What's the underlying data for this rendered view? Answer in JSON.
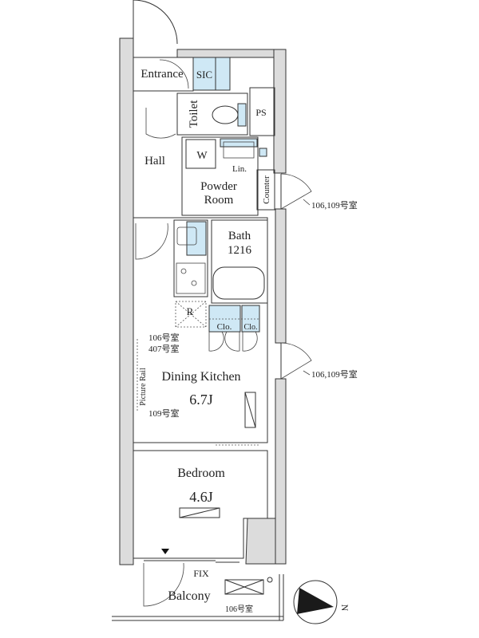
{
  "rooms": {
    "entrance": "Entrance",
    "sic": "SIC",
    "toilet": "Toilet",
    "ps": "PS",
    "hall": "Hall",
    "washer": "W",
    "linen": "Lin.",
    "powder_line1": "Powder",
    "powder_line2": "Room",
    "counter": "Counter",
    "bath_line1": "Bath",
    "bath_line2": "1216",
    "refrigerator": "R",
    "closet1": "Clo.",
    "closet2": "Clo.",
    "dining_kitchen": "Dining Kitchen",
    "dining_kitchen_size": "6.7J",
    "picture_rail": "Picture Rail",
    "bedroom": "Bedroom",
    "bedroom_size": "4.6J",
    "fix": "FIX",
    "balcony": "Balcony"
  },
  "notes": {
    "door_note_1": "106,109号室",
    "door_note_2": "106,109号室",
    "rail_note_106": "106号室",
    "rail_note_407": "407号室",
    "rail_note_109": "109号室",
    "balcony_note": "106号室"
  },
  "compass": {
    "label": "N"
  },
  "colors": {
    "fixture_blue": "#cfe8f5",
    "wall_gray": "#dcdcdc"
  }
}
